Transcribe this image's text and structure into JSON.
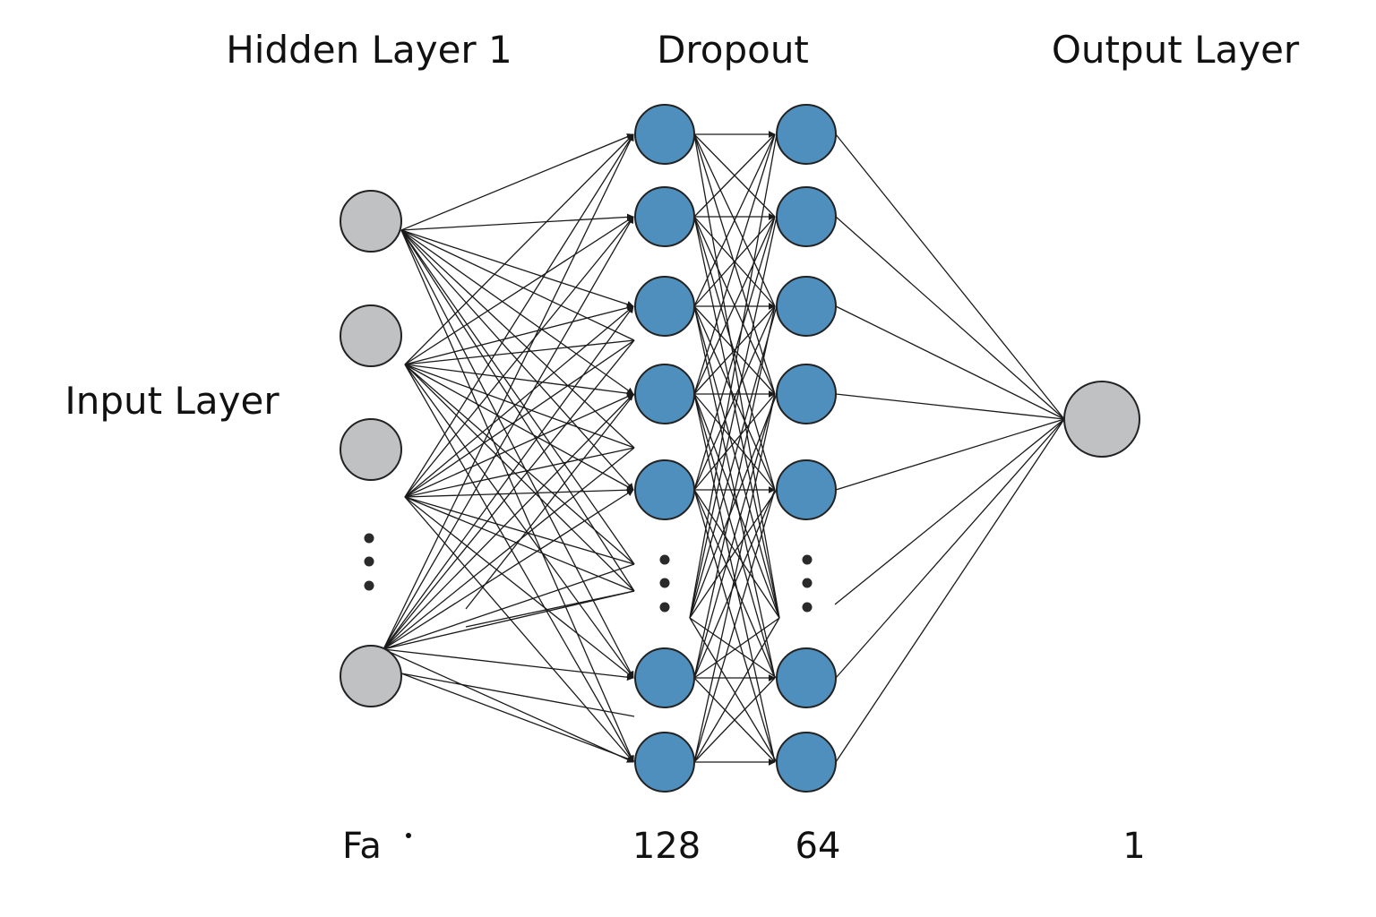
{
  "labels": {
    "hidden_layer_1": "Hidden Layer 1",
    "dropout": "Dropout",
    "output_layer": "Output Layer",
    "input_layer": "Input Layer"
  },
  "counts": {
    "input": "Fa",
    "hidden_1": "128",
    "dropout": "64",
    "output": "1"
  },
  "colors": {
    "input_node": "#c0c1c3",
    "hidden_node": "#4f8fbd",
    "output_node": "#c0c1c3",
    "node_stroke": "#222222",
    "edge": "#1a1a1a",
    "ellipsis": "#2a2a2a"
  }
}
